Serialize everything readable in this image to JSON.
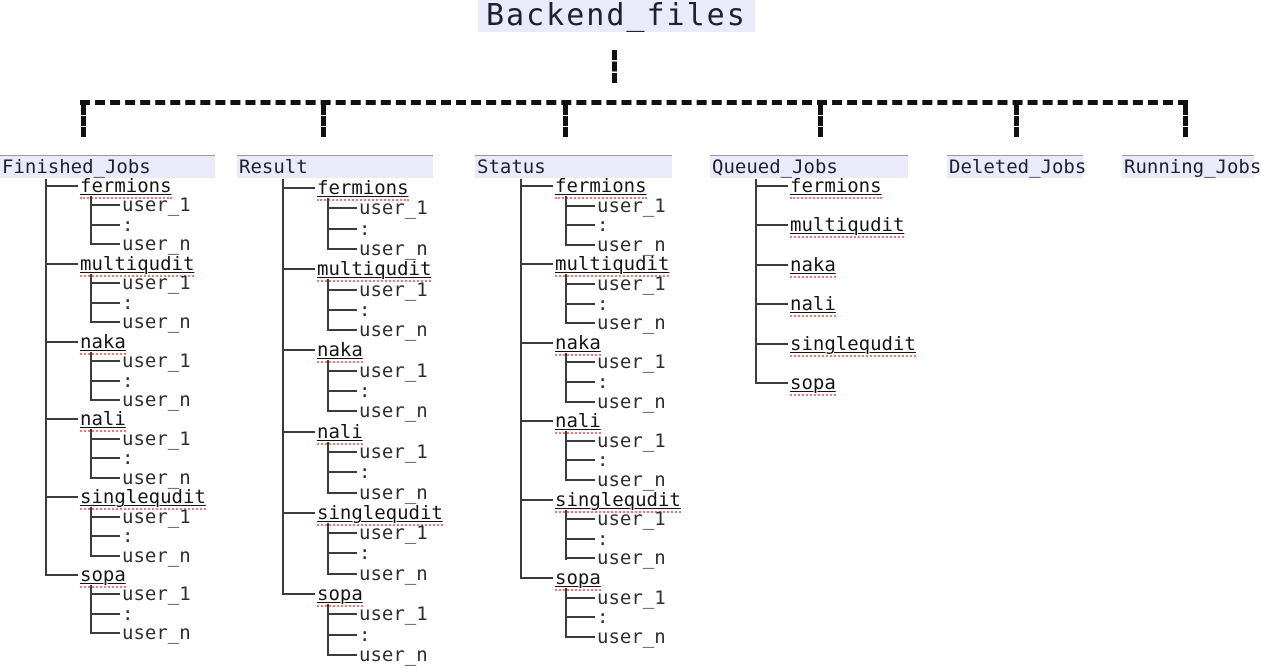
{
  "title": "Backend_files",
  "backends": [
    "fermions",
    "multiqudit",
    "naka",
    "nali",
    "singlequdit",
    "sopa"
  ],
  "user_rows": [
    "user_1",
    ":",
    "user_n"
  ],
  "columns": [
    {
      "label": "Finished_Jobs",
      "has_backends": true,
      "has_users": true
    },
    {
      "label": "Result",
      "has_backends": true,
      "has_users": true
    },
    {
      "label": "Status",
      "has_backends": true,
      "has_users": true
    },
    {
      "label": "Queued_Jobs",
      "has_backends": true,
      "has_users": false
    },
    {
      "label": "Deleted_Jobs",
      "has_backends": false,
      "has_users": false
    },
    {
      "label": "Running_Jobs",
      "has_backends": false,
      "has_users": false
    }
  ],
  "colors": {
    "header_bg": "#eaeafa",
    "header_border": "#9a9a9a",
    "header_text": "#1f1f33",
    "item_text": "#2e2e2e",
    "connector_line": "#3c3c3c",
    "dashed_line": "#111111",
    "misspell_underline": "#ff7373"
  }
}
